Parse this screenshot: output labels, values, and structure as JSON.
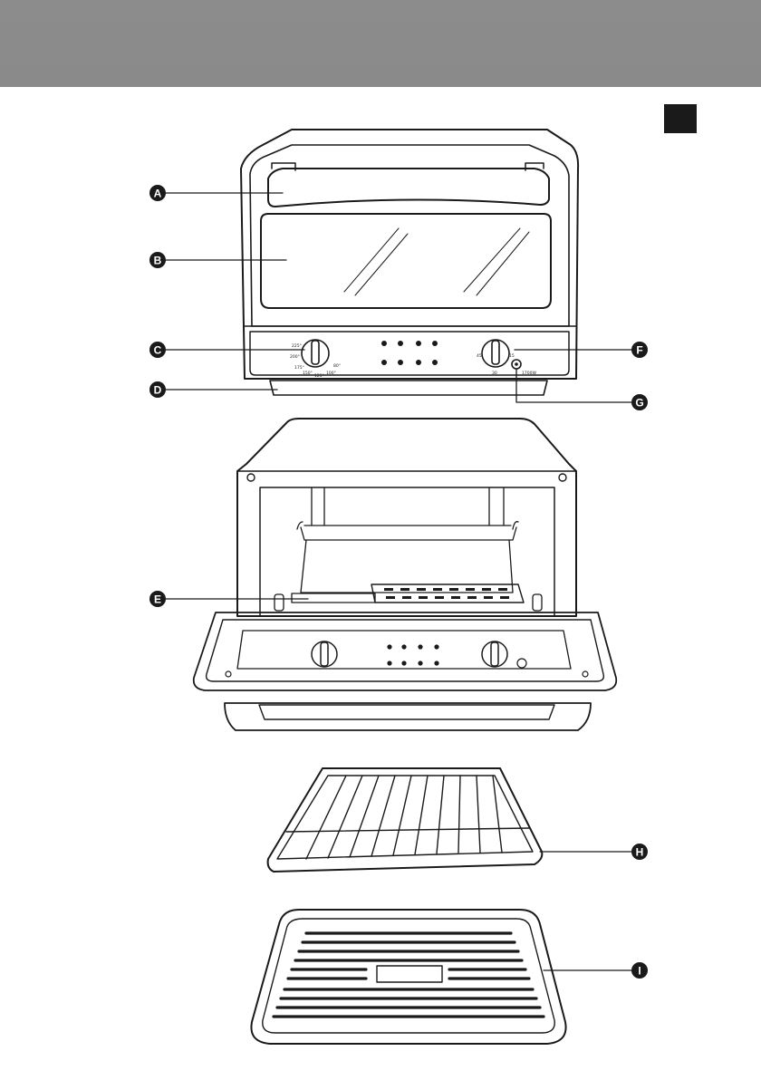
{
  "callouts": [
    {
      "id": "a",
      "letter": "A"
    },
    {
      "id": "b",
      "letter": "B"
    },
    {
      "id": "c",
      "letter": "C"
    },
    {
      "id": "d",
      "letter": "D"
    },
    {
      "id": "e",
      "letter": "E"
    },
    {
      "id": "f",
      "letter": "F"
    },
    {
      "id": "g",
      "letter": "G"
    },
    {
      "id": "h",
      "letter": "H"
    },
    {
      "id": "i",
      "letter": "I"
    }
  ],
  "temp_knob": {
    "t1": "225°",
    "t2": "200°",
    "t3": "175°",
    "t4": "150°",
    "t5": "125°",
    "t6": "100°",
    "t7": "80°"
  },
  "timer_knob": {
    "t1": "45",
    "t2": "15",
    "t3": "30"
  },
  "panel": {
    "power": "1700W"
  },
  "colors": {
    "header": "#8c8c8c",
    "ink": "#1a1a1a",
    "tab": "#1a1a1a"
  }
}
